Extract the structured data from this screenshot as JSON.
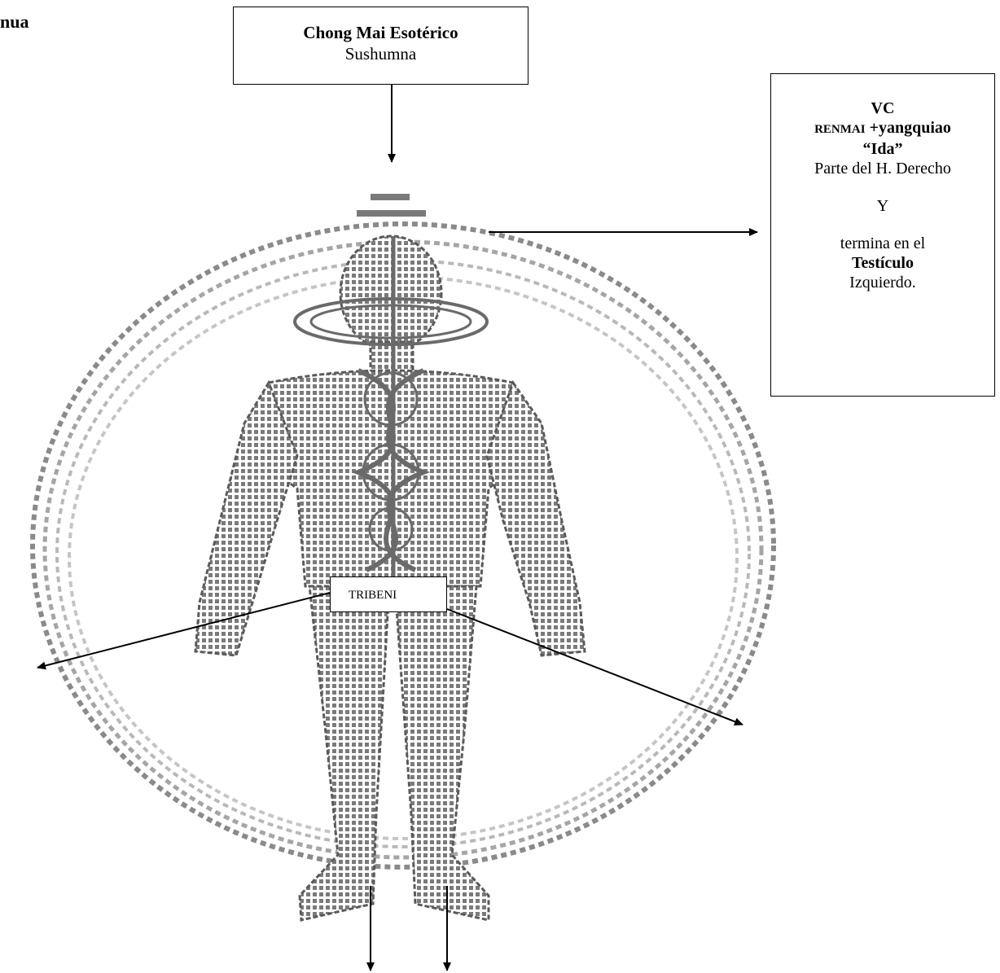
{
  "corner": "nua",
  "chong_box": {
    "title": "Chong Mai  Esotérico",
    "subtitle": "Sushumna"
  },
  "vc_box": {
    "line1": "VC",
    "line2_caps": "RENMAI",
    "line2_rest": " +yangquiao",
    "line3": "“Ida”",
    "line4": "Parte del H. Derecho",
    "line5": "Y",
    "line6": "termina en el",
    "line7": "Testículo",
    "line8": "Izquierdo."
  },
  "tribeni_label": "TRIBENI",
  "figure": {
    "description_icon": "human-body-meridian-figure",
    "ink": "#6f6f6f"
  }
}
